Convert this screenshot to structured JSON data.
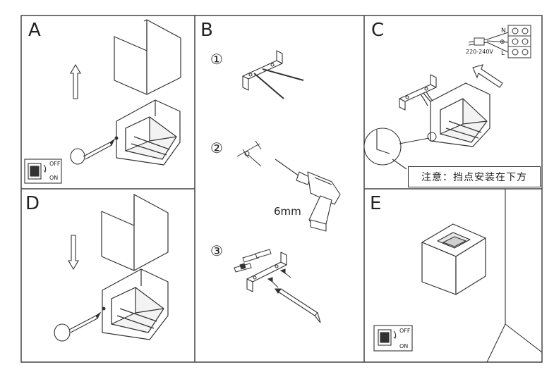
{
  "panels": {
    "a": {
      "label": "A"
    },
    "b": {
      "label": "B",
      "steps": [
        "①",
        "②",
        "③"
      ],
      "drill_size": "6mm"
    },
    "c": {
      "label": "C",
      "voltage": "220-240V",
      "terminal_marks": [
        "N",
        "⊕",
        "L"
      ],
      "note": "注意：挡点安装在下方"
    },
    "d": {
      "label": "D"
    },
    "e": {
      "label": "E"
    }
  },
  "switch": {
    "off": "OFF",
    "on": "ON"
  },
  "colors": {
    "line": "#333333",
    "fill": "#ffffff",
    "shade": "#dddddd"
  }
}
